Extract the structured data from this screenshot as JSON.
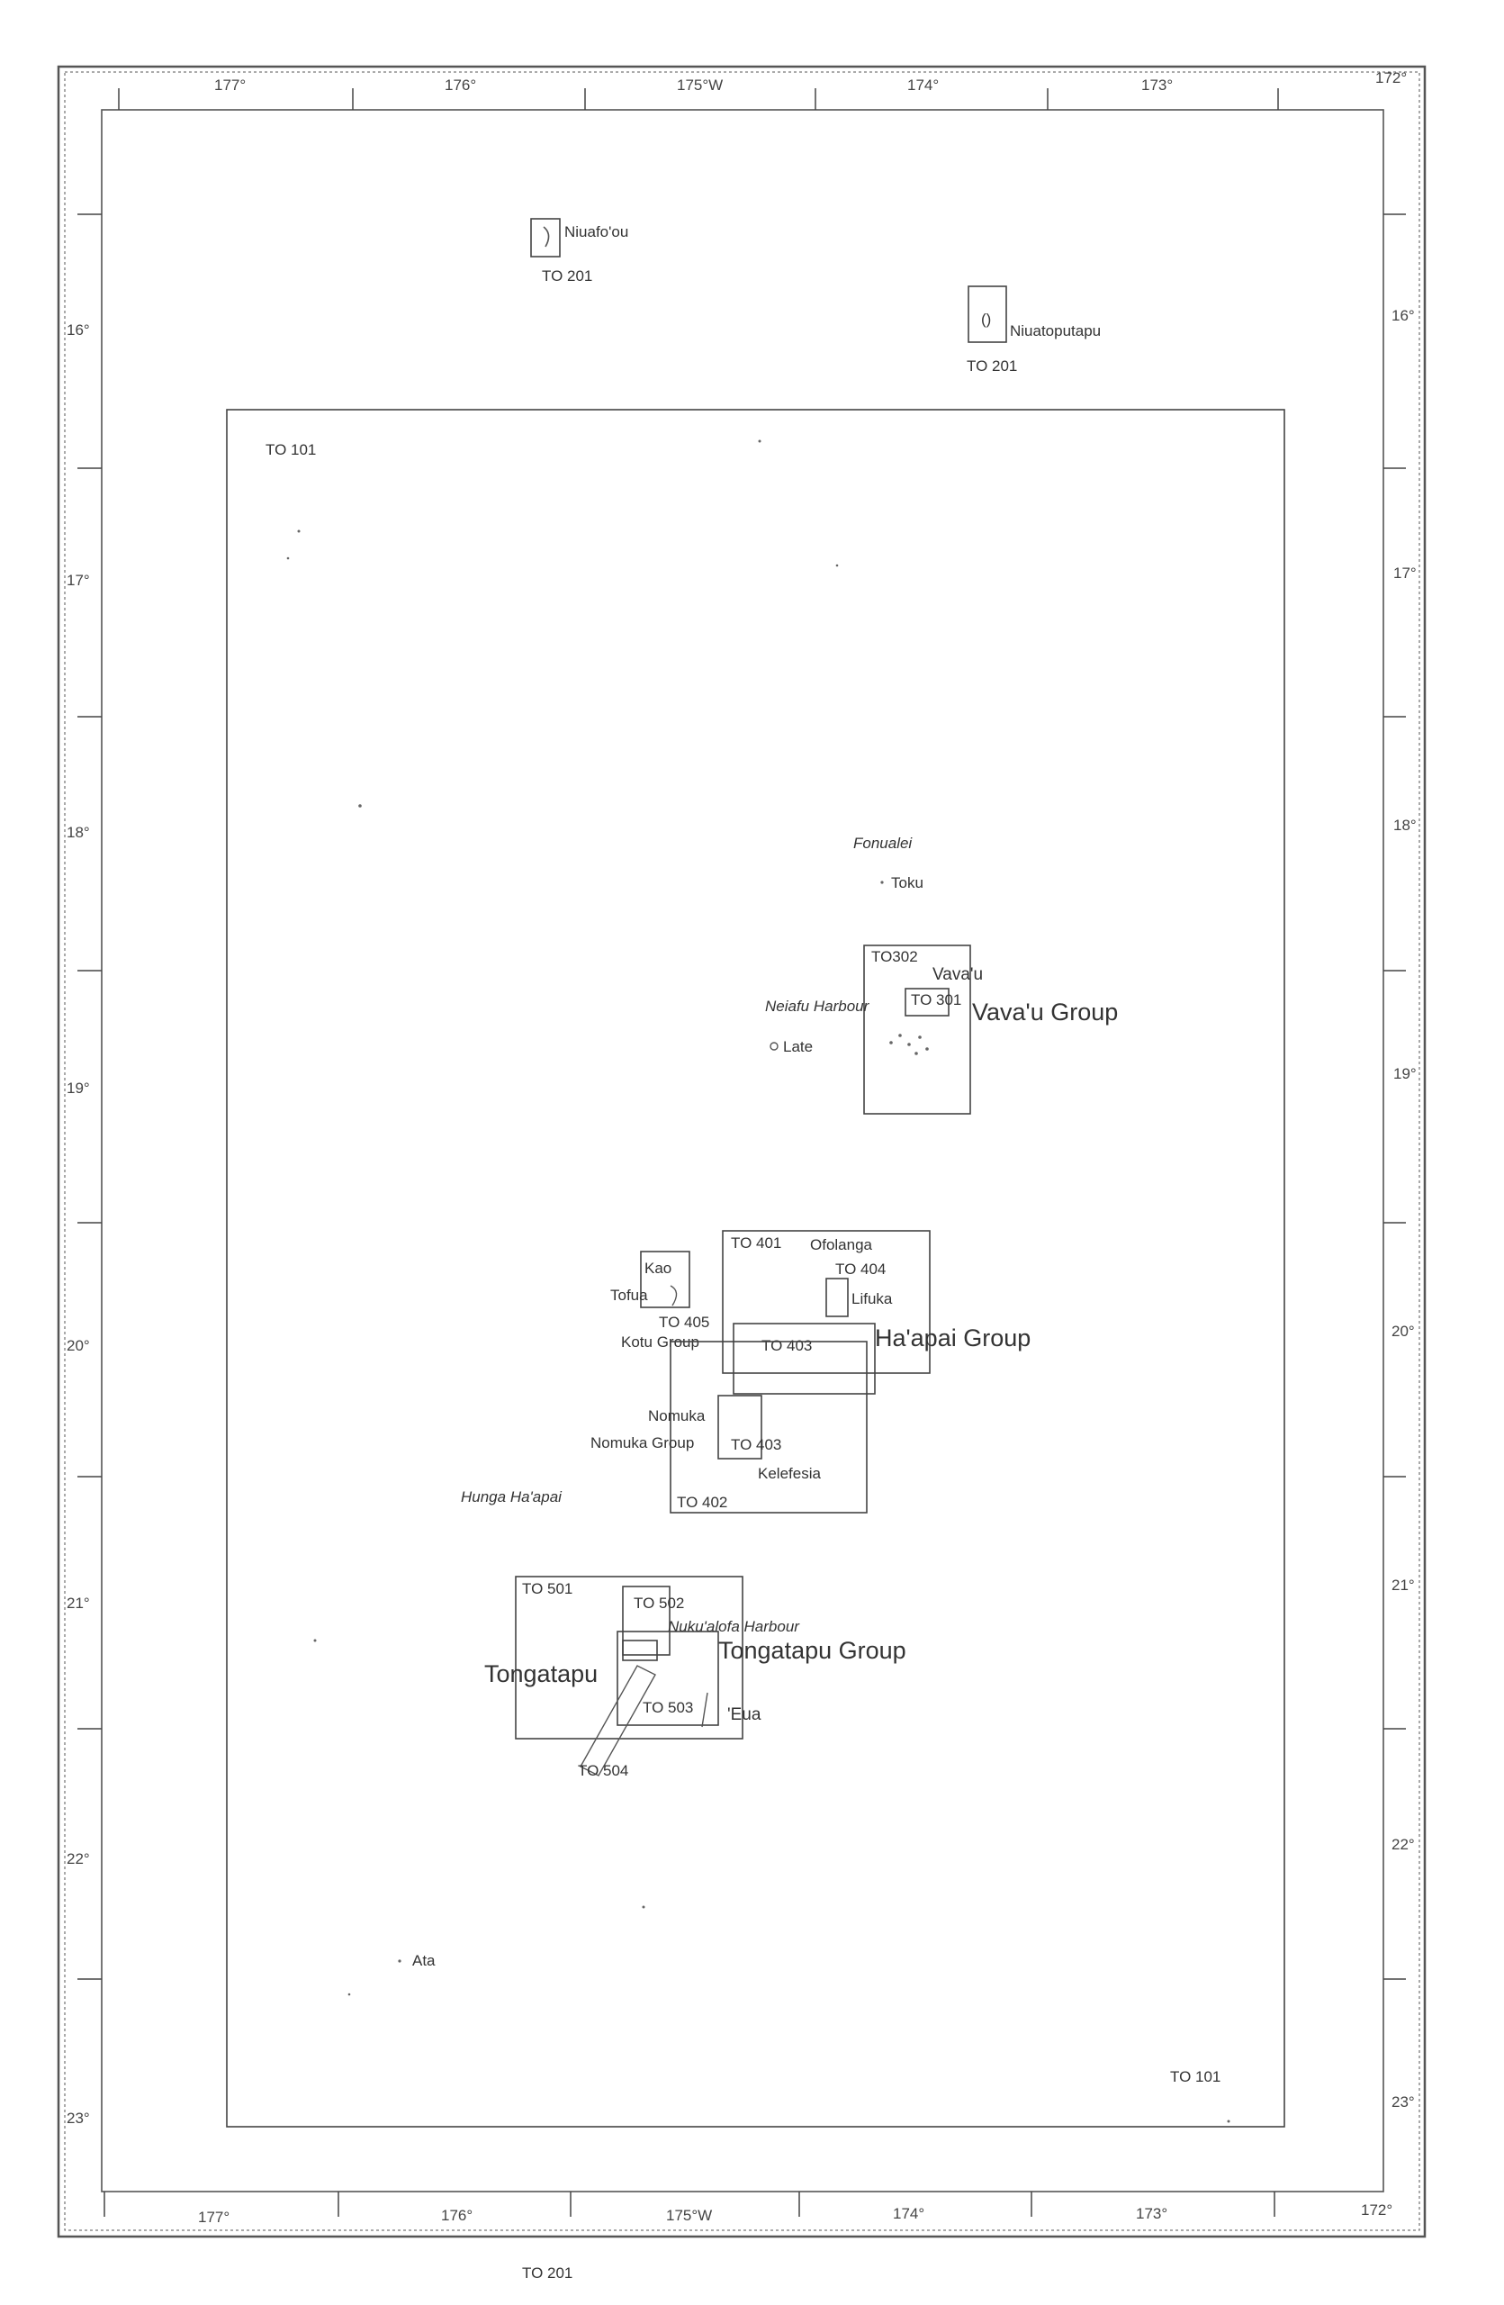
{
  "map": {
    "longitude_labels_top": [
      "177°",
      "176°",
      "175°W",
      "174°",
      "173°",
      "172°"
    ],
    "longitude_labels_bottom": [
      "177°",
      "176°",
      "175°W",
      "174°",
      "173°",
      "172°"
    ],
    "latitude_labels": [
      "16°",
      "17°",
      "18°",
      "19°",
      "20°",
      "21°",
      "22°",
      "23°"
    ],
    "chart_boxes": {
      "to101_top": "TO 101",
      "to101_bottom": "TO 101",
      "to201_niuafou": "TO 201",
      "to201_niuatoputapu": "TO 201",
      "to201_bottom": "TO 201",
      "to302": "TO302",
      "to301": "TO 301",
      "to401": "TO 401",
      "to404": "TO 404",
      "to405": "TO 405",
      "to403a": "TO 403",
      "to403b": "TO 403",
      "to402": "TO 402",
      "to501": "TO 501",
      "to502": "TO 502",
      "to503": "TO 503",
      "to504": "TO 504"
    },
    "places": {
      "niuafou": "Niuafo'ou",
      "niuatoputapu": "Niuatoputapu",
      "fonualei": "Fonualei",
      "toku": "Toku",
      "vavau": "Vava'u",
      "neiafu_harbour": "Neiafu Harbour",
      "vavau_group": "Vava'u Group",
      "late": "Late",
      "kao": "Kao",
      "tofua": "Tofua",
      "ofolanga": "Ofolanga",
      "lifuka": "Lifuka",
      "kotu_group": "Kotu Group",
      "haapai_group": "Ha'apai Group",
      "nomuka": "Nomuka",
      "nomuka_group": "Nomuka Group",
      "kelefesia": "Kelefesia",
      "hunga_haapai": "Hunga Ha'apai",
      "nukualofa_harbour": "Nuku'alofa Harbour",
      "tongatapu": "Tongatapu",
      "tongatapu_group": "Tongatapu Group",
      "eua": "'Eua",
      "ata": "Ata"
    }
  }
}
